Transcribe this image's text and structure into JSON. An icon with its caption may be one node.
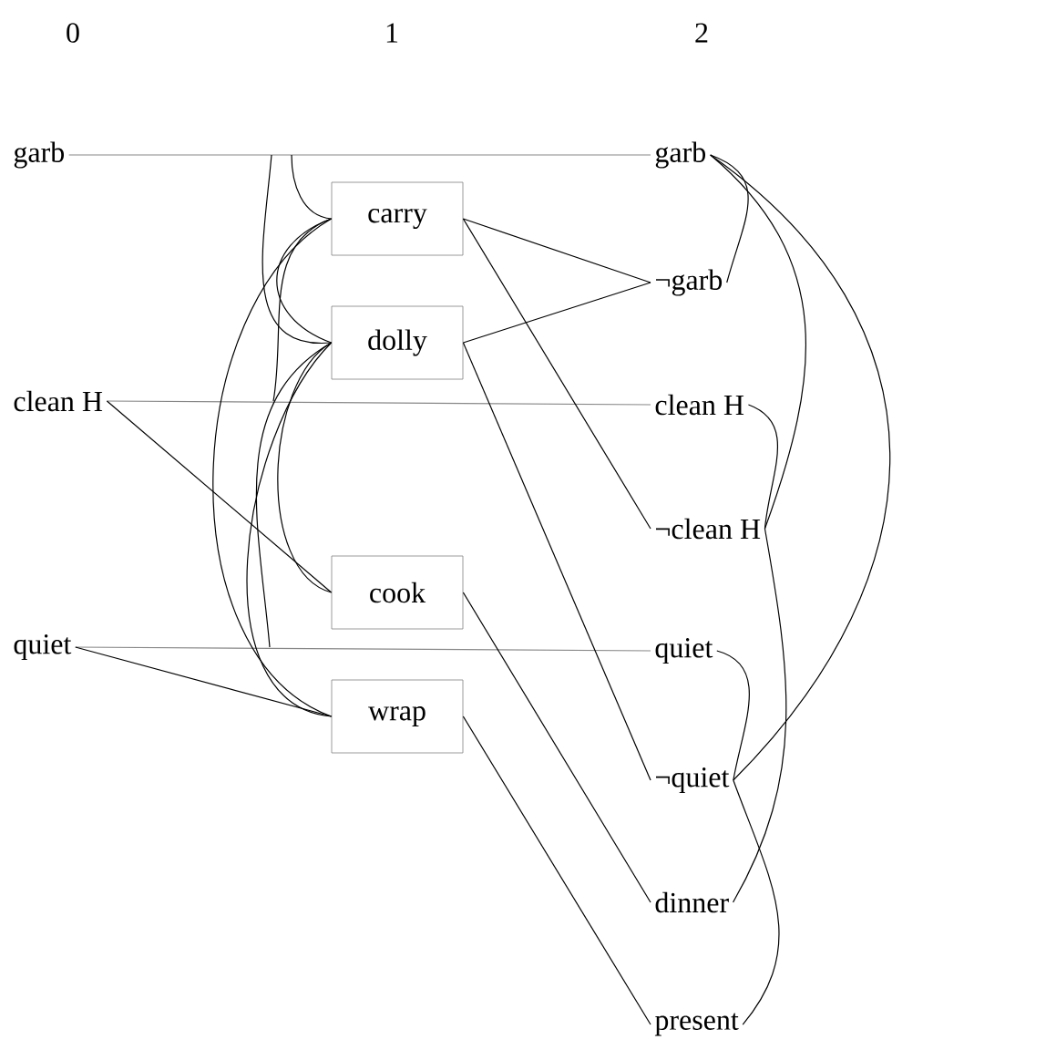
{
  "diagram": {
    "nodes": [
      {
        "text": [
          "garb"
        ]
      },
      {
        "text": [
          "clean H"
        ]
      },
      {
        "text": [
          "quiet"
        ]
      },
      {
        "text": [
          "carry"
        ]
      },
      {
        "text": [
          "dolly"
        ]
      },
      {
        "text": [
          "cook"
        ]
      },
      {
        "text": [
          "wrap"
        ]
      },
      {
        "text": [
          "garb"
        ]
      },
      {
        "text": [
          "¬garb"
        ]
      },
      {
        "text": [
          "clean H"
        ]
      },
      {
        "text": [
          "¬clean H"
        ]
      },
      {
        "text": [
          "quiet"
        ]
      },
      {
        "text": [
          "¬quiet"
        ]
      },
      {
        "text": [
          "dinner"
        ]
      },
      {
        "text": [
          "present"
        ]
      }
    ],
    "edges": [
      {
        "from": 0,
        "to": 7,
        "arrow": "none",
        "color": "#888888"
      },
      {
        "from": 1,
        "to": 9,
        "arrow": "none",
        "color": "#888888"
      },
      {
        "from": 2,
        "to": 11,
        "arrow": "none",
        "color": "#888888"
      },
      {
        "from": 1,
        "to": 5,
        "arrow": "none"
      },
      {
        "from": 2,
        "to": 6,
        "arrow": "none"
      },
      {
        "from": 3,
        "to": 8,
        "arrow": "none"
      },
      {
        "from": 3,
        "to": 10,
        "arrow": "none"
      },
      {
        "from": 4,
        "to": 8,
        "arrow": "none"
      },
      {
        "from": 4,
        "to": 12,
        "arrow": "none"
      },
      {
        "from": 5,
        "to": 13,
        "arrow": "none"
      },
      {
        "from": 6,
        "to": 14,
        "arrow": "none"
      },
      {
        "from": 3,
        "to": null,
        "arrow": "none"
      },
      {
        "from": 4,
        "to": null,
        "arrow": "none"
      },
      {
        "from": 3,
        "to": 4,
        "arrow": "none"
      },
      {
        "from": 3,
        "to": null,
        "arrow": "none"
      },
      {
        "from": 3,
        "to": 6,
        "arrow": "none"
      },
      {
        "from": 4,
        "to": 5,
        "arrow": "none"
      },
      {
        "from": 4,
        "to": null,
        "arrow": "none"
      },
      {
        "from": 4,
        "to": 6,
        "arrow": "none"
      },
      {
        "from": 7,
        "to": 8,
        "arrow": "none"
      },
      {
        "from": 7,
        "to": 10,
        "arrow": "none"
      },
      {
        "from": 7,
        "to": 12,
        "arrow": "none"
      },
      {
        "from": 9,
        "to": 10,
        "arrow": "none"
      },
      {
        "from": 10,
        "to": 13,
        "arrow": "none"
      },
      {
        "from": 11,
        "to": 12,
        "arrow": "none"
      },
      {
        "from": 12,
        "to": 14,
        "arrow": "none"
      }
    ],
    "labels": [
      "0",
      "1",
      "2"
    ]
  }
}
